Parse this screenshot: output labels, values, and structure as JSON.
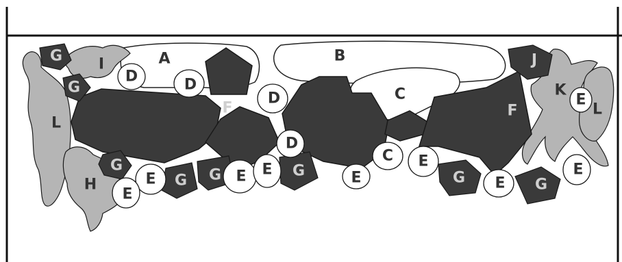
{
  "labels": {
    "A": "A",
    "B": "B",
    "C": "C",
    "D": "D",
    "E": "E",
    "F": "F",
    "G": "G",
    "H": "H",
    "I": "I",
    "J": "J",
    "K": "K",
    "L": "L"
  },
  "colors": {
    "dark_fill": "#3a3a3a",
    "light_fill": "#b5b5b5",
    "outline": "#1a1a1a",
    "background": "#ffffff",
    "dark_label": "#cfcfcf",
    "light_label": "#333333"
  }
}
